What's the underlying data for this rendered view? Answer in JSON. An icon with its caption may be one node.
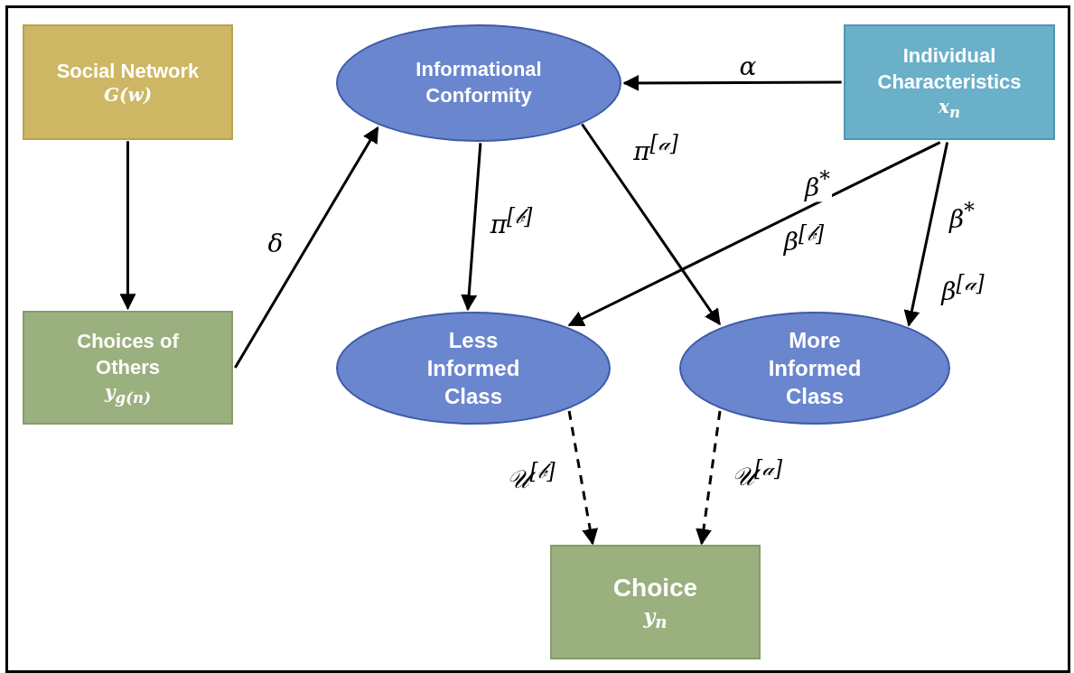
{
  "diagram": {
    "nodes": [
      {
        "text": [
          "Social Network",
          "G(w)"
        ]
      },
      {
        "text": [
          "Informational Conformity"
        ]
      },
      {
        "text": [
          "Individual Characteristics",
          "x$_{n}$"
        ]
      },
      {
        "text": [
          "Choices of Others",
          "y$_{g(n)}$"
        ]
      },
      {
        "text": [
          "Less Informed Class"
        ]
      },
      {
        "text": [
          "More Informed Class"
        ]
      },
      {
        "text": [
          "Choice",
          "y$_{n}$"
        ]
      }
    ],
    "edges": [
      {
        "from": 0,
        "to": 3,
        "arrow": "to"
      },
      {
        "from": 3,
        "to": 1,
        "arrow": "to",
        "label": "δ"
      },
      {
        "from": 2,
        "to": 1,
        "arrow": "to",
        "label": "α"
      },
      {
        "from": 1,
        "to": 4,
        "arrow": "to",
        "label": "π$^{[𝒷]}$"
      },
      {
        "from": 1,
        "to": 5,
        "arrow": "to",
        "label": "π$^{[𝒶]}$"
      },
      {
        "from": 2,
        "to": 4,
        "arrow": "to",
        "label": "β$^{*}$"
      },
      {
        "from": 2,
        "to": 5,
        "arrow": "to",
        "label": "β$^{*}$"
      },
      {
        "from": 4,
        "to": 6,
        "arrow": "to",
        "label": "𝒰$^{[𝒷]}$",
        "style": "dashed"
      },
      {
        "from": 5,
        "to": 6,
        "arrow": "to",
        "label": "𝒰$^{[𝒶]}$",
        "style": "dashed"
      }
    ],
    "labels": [
      "β$^{[𝒷]}$",
      "β$^{[𝒶]}$"
    ]
  }
}
